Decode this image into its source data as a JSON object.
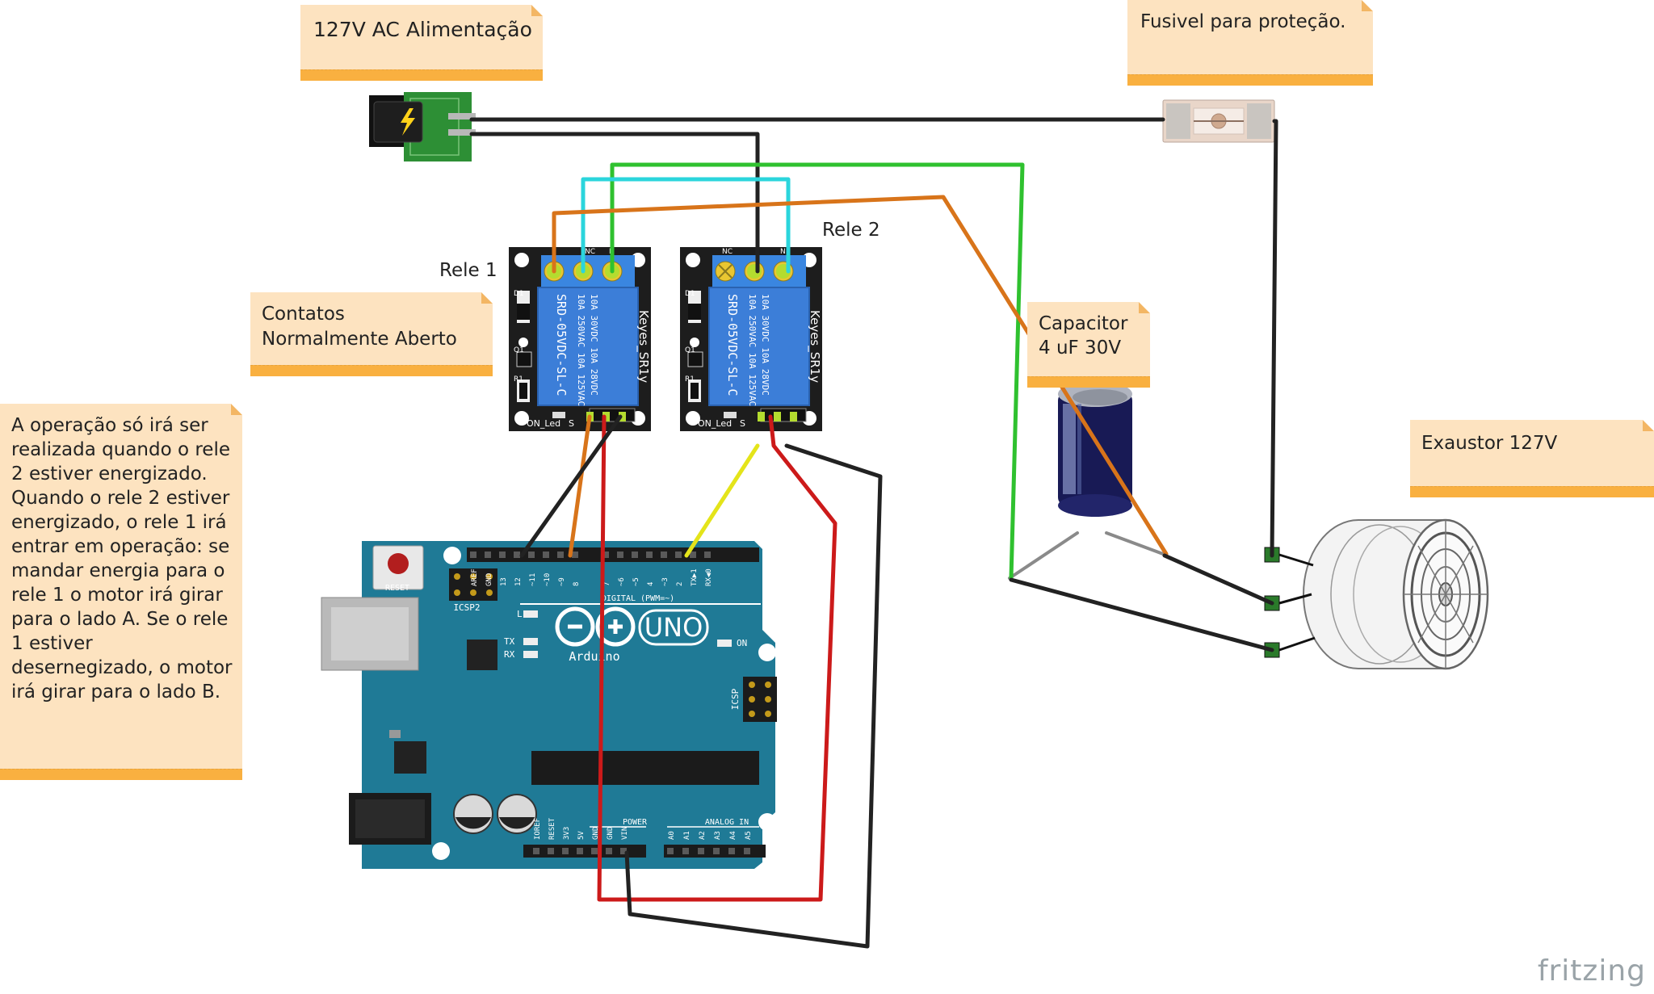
{
  "notes": {
    "power": "127V AC Alimentação",
    "fuse": "Fusivel para proteção.",
    "contacts": "Contatos\nNormalmente Aberto",
    "capacitor": "Capacitor\n4 uF   30V",
    "fan": "Exaustor 127V",
    "operation": "A operação só irá ser realizada quando o rele 2 estiver energizado.\nQuando o rele 2 estiver energizado, o rele 1 irá entrar em operação: se mandar energia para o rele 1 o motor irá girar para o lado A. Se o rele 1 estiver desernegizado, o motor irá girar para o lado B."
  },
  "labels": {
    "relay1": "Rele 1",
    "relay2": "Rele 2",
    "watermark": "fritzing"
  },
  "relay": {
    "model": "SRD-05VDC-SL-C",
    "rating1": "10A 250VAC  10A 125VAC",
    "rating2": "10A 30VDC  10A 28VDC",
    "brand": "Keyes_SR1y",
    "on_led": "ON_Led",
    "s": "S",
    "nc": "NC",
    "no": "N",
    "d1": "D1",
    "q1": "Q1",
    "r1": "R1"
  },
  "arduino": {
    "logo": "UNO",
    "brand": "Arduino",
    "reset": "RESET",
    "icsp2": "ICSP2",
    "icsp": "ICSP",
    "led_l": "L",
    "led_tx": "TX",
    "led_rx": "RX",
    "led_on": "ON",
    "digital": "DIGITAL (PWM=~)",
    "power": "POWER",
    "analog": "ANALOG IN",
    "top_pins": [
      "AREF",
      "GND",
      "13",
      "12",
      "~11",
      "~10",
      "~9",
      "8",
      "7",
      "~6",
      "~5",
      "4",
      "~3",
      "2",
      "TX▶1",
      "RX◀0"
    ],
    "bottom_pins": [
      "IOREF",
      "RESET",
      "3V3",
      "5V",
      "GND",
      "GND",
      "VIN",
      "A0",
      "A1",
      "A2",
      "A3",
      "A4",
      "A5"
    ]
  },
  "colors": {
    "note_bg": "#fde3c0",
    "note_bar": "#f9b040",
    "arduino_board": "#1f7a96",
    "relay_board": "#1d1d1d",
    "relay_body": "#3c7ed8",
    "wire_black": "#222222",
    "wire_green": "#2fc12f",
    "wire_cyan": "#2bd5dc",
    "wire_orange": "#d8741a",
    "wire_red": "#cc1a1a",
    "wire_yellow": "#e4e41a",
    "wire_gray": "#8a8a8a"
  }
}
